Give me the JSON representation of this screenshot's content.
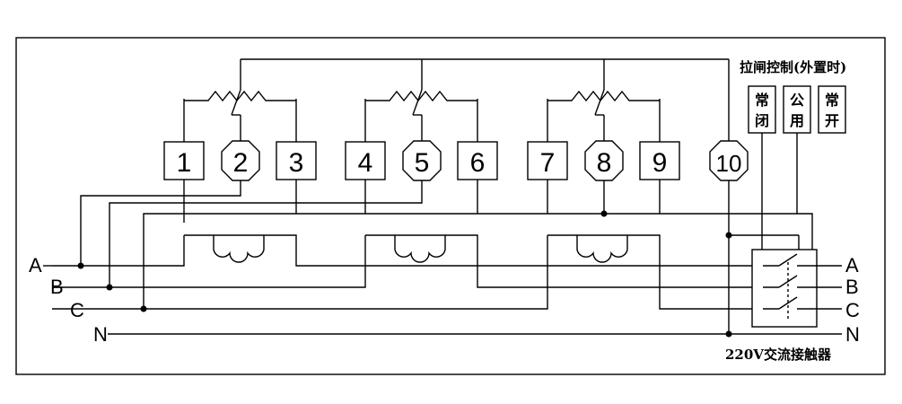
{
  "terminals": [
    "1",
    "2",
    "3",
    "4",
    "5",
    "6",
    "7",
    "8",
    "9",
    "10"
  ],
  "phases_left": [
    "A",
    "B",
    "C",
    "N"
  ],
  "phases_right": [
    "A",
    "B",
    "C",
    "N"
  ],
  "control_title": "拉闸控制(外置时)",
  "relay": {
    "normally_closed": [
      "常",
      "闭"
    ],
    "common": [
      "公",
      "用"
    ],
    "normally_open": [
      "常",
      "开"
    ]
  },
  "contactor_label": "220V交流接触器"
}
